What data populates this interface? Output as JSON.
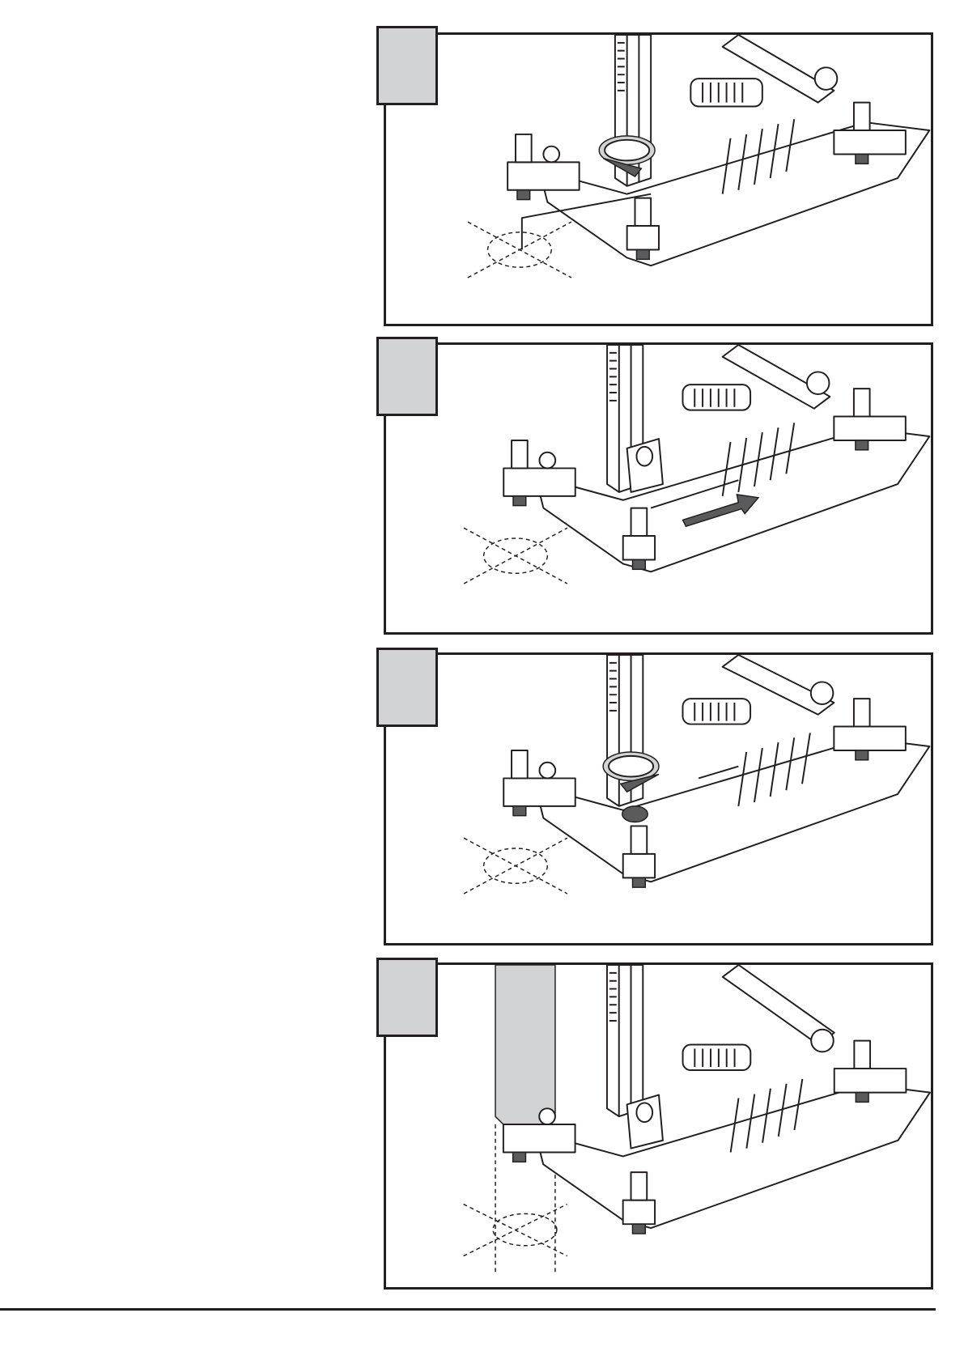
{
  "steps": [
    {
      "number": "",
      "action": "tighten-rotate"
    },
    {
      "number": "",
      "action": "slide-arrow"
    },
    {
      "number": "",
      "action": "rotate"
    },
    {
      "number": "",
      "action": "core-bit-alignment"
    }
  ],
  "colors": {
    "ink": "#231f20",
    "badge": "#d1d3d4",
    "arrow": "#5a5b5d"
  }
}
